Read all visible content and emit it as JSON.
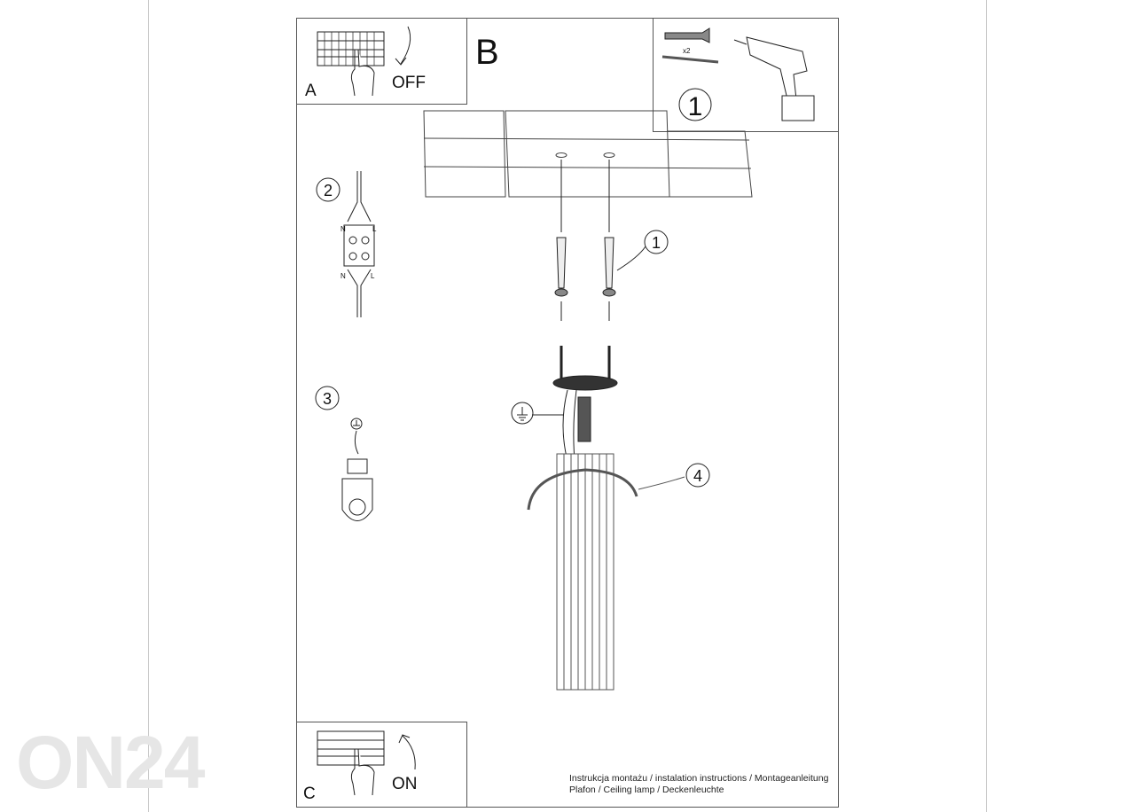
{
  "panels": {
    "a": {
      "letter": "A",
      "action": "OFF"
    },
    "b": {
      "letter": "B"
    },
    "c": {
      "letter": "C",
      "action": "ON"
    },
    "tools": {
      "step": "1",
      "quantity": "x2"
    }
  },
  "steps": {
    "step1": "1",
    "step2": "2",
    "step3": "3",
    "step4": "4"
  },
  "terminal_labels": {
    "n": "N",
    "l": "L"
  },
  "caption": {
    "line1": "Instrukcja montażu / instalation instructions / Montageanleitung",
    "line2": "Plafon / Ceiling lamp / Deckenleuchte"
  },
  "watermark": "ON24"
}
